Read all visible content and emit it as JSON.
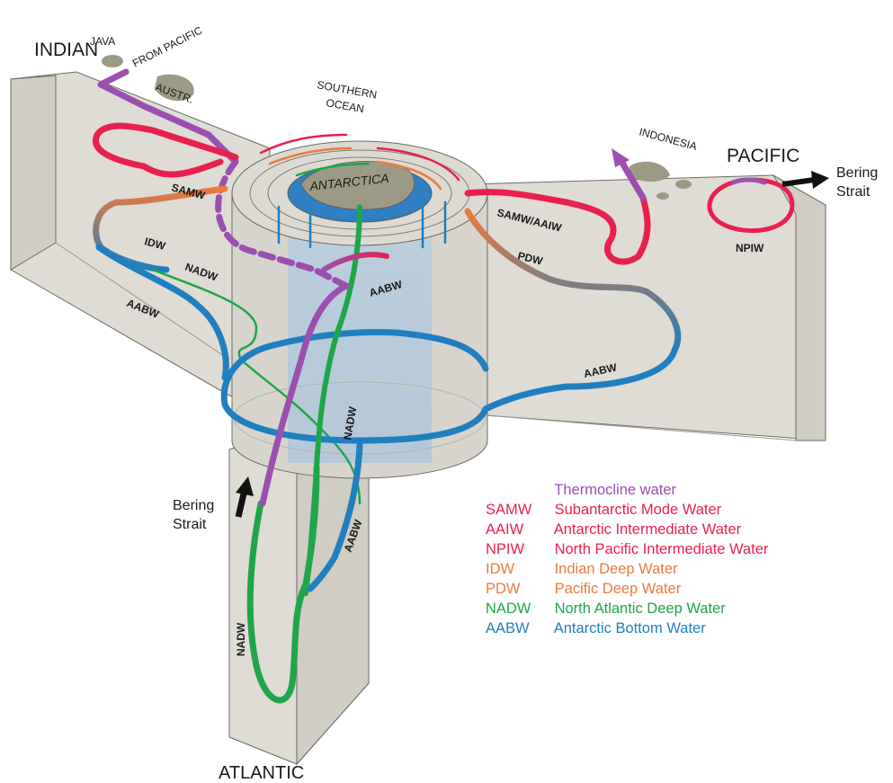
{
  "labels": {
    "indian": "INDIAN",
    "java": "JAVA",
    "from_pacific": "FROM PACIFIC",
    "austr": "AUSTR.",
    "southern_ocean_1": "SOUTHERN",
    "southern_ocean_2": "OCEAN",
    "antarctica": "ANTARCTICA",
    "indonesia": "INDONESIA",
    "pacific": "PACIFIC",
    "bering_pacific_1": "Bering",
    "bering_pacific_2": "Strait",
    "bering_atlantic_1": "Bering",
    "bering_atlantic_2": "Strait",
    "atlantic": "ATLANTIC"
  },
  "flow_labels": {
    "samw_indian": "SAMW",
    "idw": "IDW",
    "nadw_indian": "NADW",
    "aabw_indian": "AABW",
    "samw_aaiw_pacific": "SAMW/AAIW",
    "pdw": "PDW",
    "npiw": "NPIW",
    "aabw_pacific": "AABW",
    "aabw_center": "AABW",
    "nadw_center": "NADW",
    "aabw_atlantic": "AABW",
    "nadw_atlantic": "NADW"
  },
  "legend": [
    {
      "abbr": "",
      "name": "Thermocline water",
      "color": "#9b4fb0"
    },
    {
      "abbr": "SAMW",
      "name": "Subantarctic Mode Water",
      "color": "#e8204f"
    },
    {
      "abbr": "AAIW",
      "name": "Antarctic Intermediate Water",
      "color": "#e8204f"
    },
    {
      "abbr": "NPIW",
      "name": "North Pacific Intermediate Water",
      "color": "#e8204f"
    },
    {
      "abbr": "IDW",
      "name": "Indian Deep Water",
      "color": "#ec7a3c"
    },
    {
      "abbr": "PDW",
      "name": "Pacific Deep Water",
      "color": "#ec7a3c"
    },
    {
      "abbr": "NADW",
      "name": "North Atlantic Deep Water",
      "color": "#1fa64a"
    },
    {
      "abbr": "AABW",
      "name": "Antarctic Bottom Water",
      "color": "#1f7fc0"
    }
  ],
  "colors": {
    "thermocline": "#9b4fb0",
    "intermediate": "#e8204f",
    "deep": "#ec7a3c",
    "nadw": "#1fa64a",
    "aabw": "#1f7fc0",
    "basin_fill": "#d9d7cf",
    "land": "#9c9a85"
  }
}
